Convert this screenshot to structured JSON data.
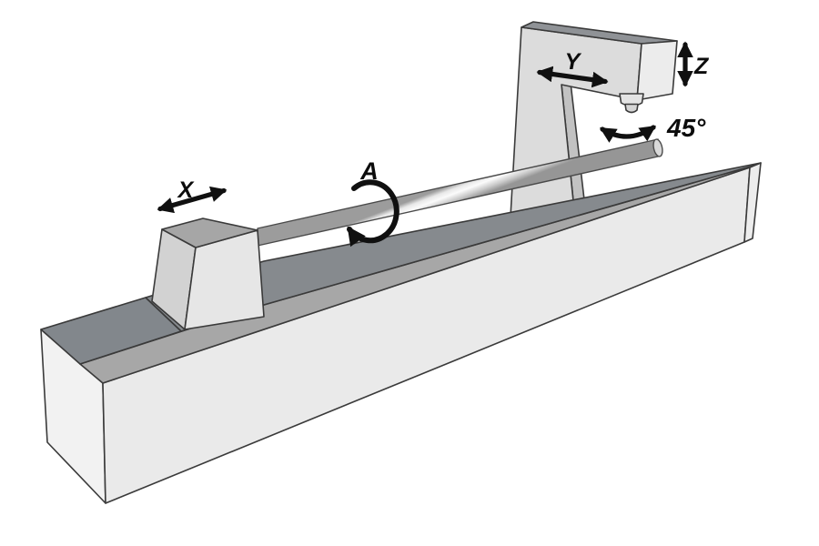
{
  "diagram": {
    "type": "machine-axes-diagram",
    "description_visible_text_only": false,
    "labels": {
      "x_axis": "X",
      "y_axis": "Y",
      "z_axis": "Z",
      "a_rotation": "A",
      "swivel_angle": "45°"
    },
    "parts": {
      "bed": "machine-bed",
      "rail": "bed-rail",
      "tailstock": "tailstock-block",
      "rod": "workpiece-rod",
      "column": "column-arm",
      "spindle": "spindle-tool"
    },
    "colors": {
      "background": "#ffffff",
      "outline": "#3a3a3a",
      "arrow_black": "#101010",
      "bed_front": "#eaeaea",
      "bed_left": "#f2f2f2",
      "bed_right": "#ededed",
      "band_medium": "#a7a7a7",
      "band_dark": "#868a8e",
      "slate_patch": "#82878c",
      "tailstock_front": "#e6e6e6",
      "tailstock_left": "#d2d2d2",
      "tailstock_top": "#a6a6a6",
      "column_front": "#dcdcdc",
      "column_side": "#c2c2c2",
      "head_top": "#8f9296",
      "head_right": "#ececec",
      "rod_highlight": "#fbfbfb",
      "rod_shadow": "#969696"
    }
  }
}
